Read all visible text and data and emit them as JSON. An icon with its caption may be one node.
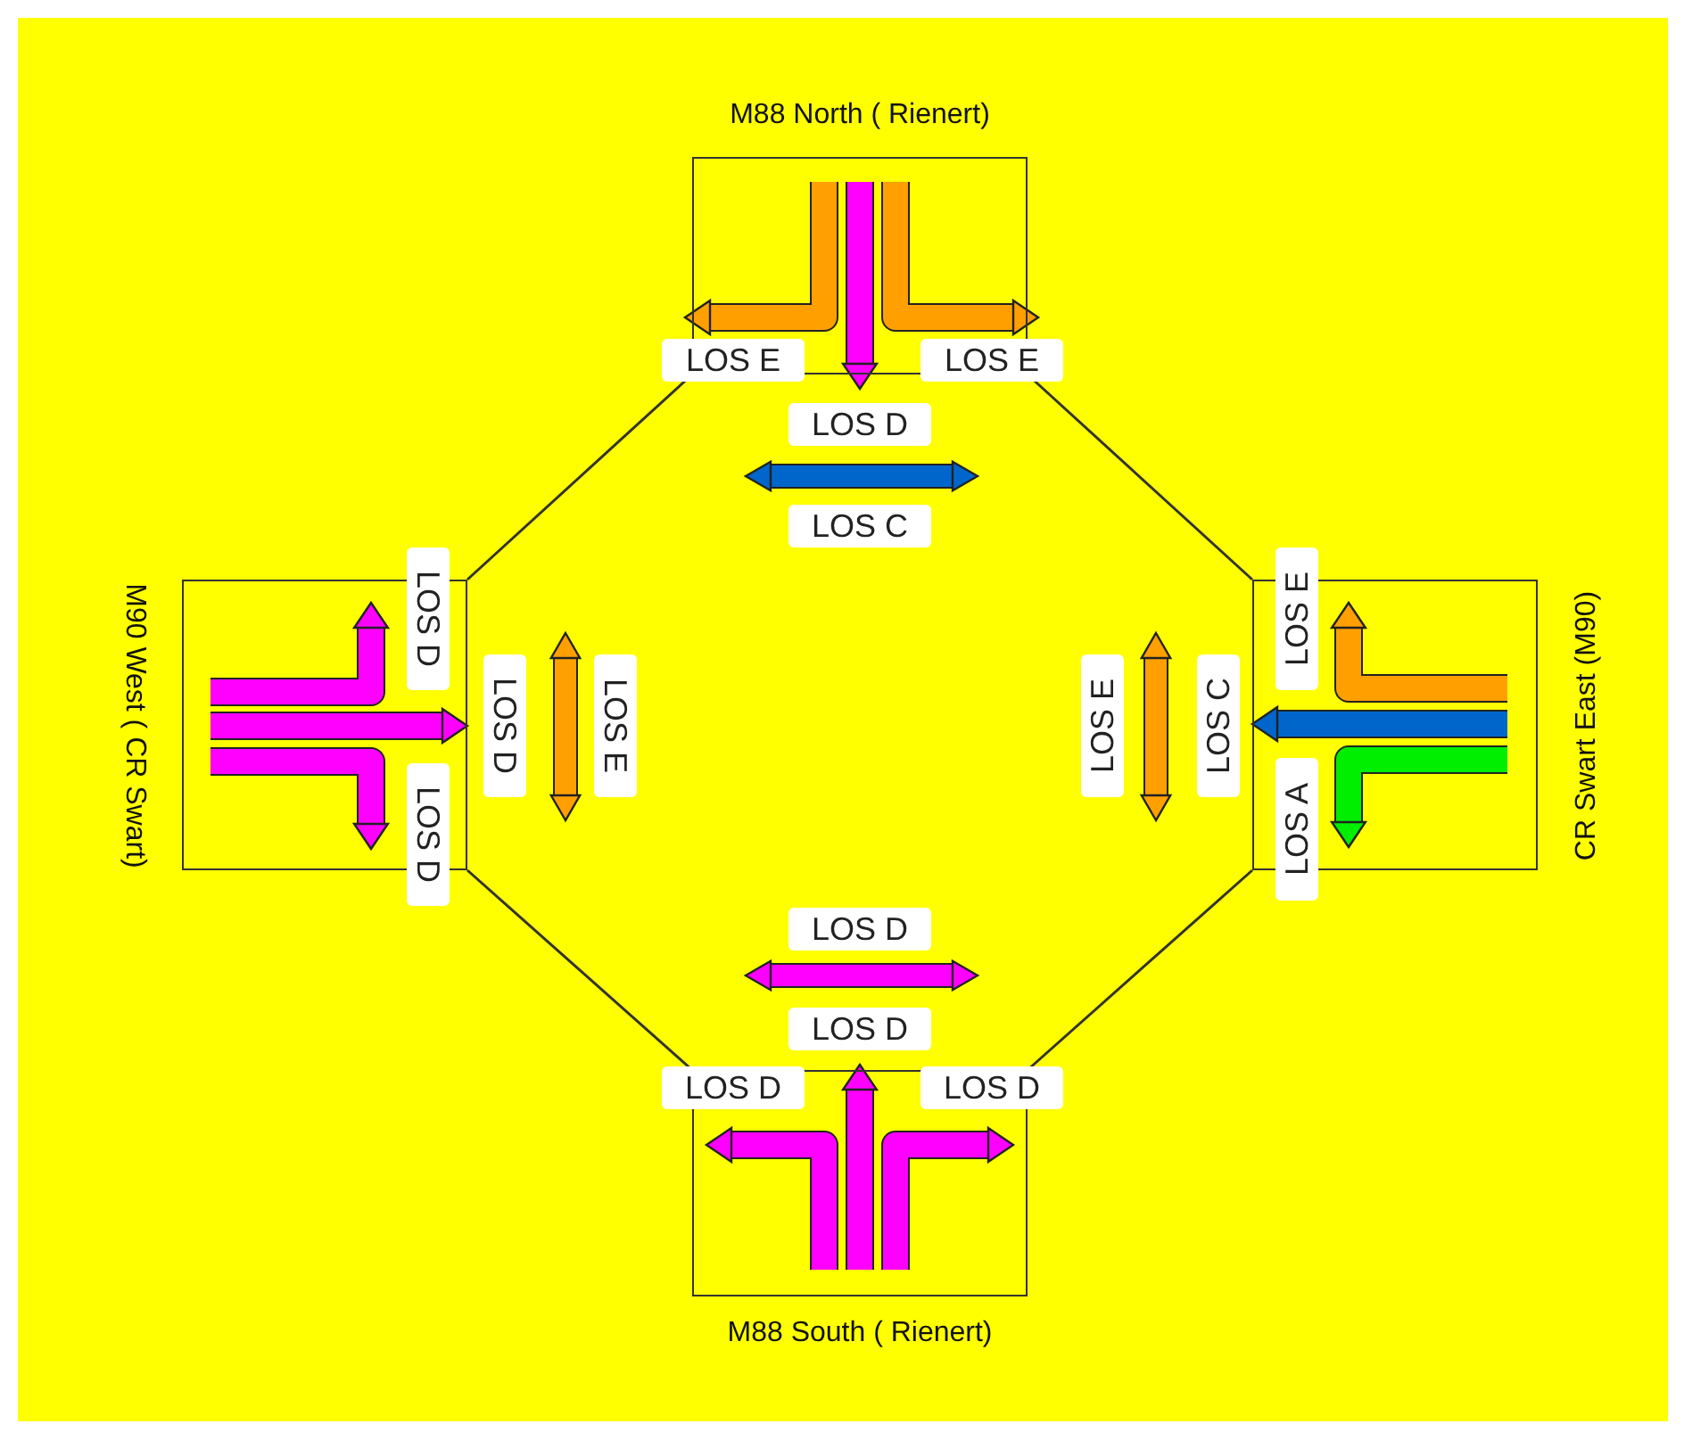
{
  "diagram": {
    "nodes": [
      {
        "text": [
          "M88 North ( Rienert)"
        ]
      },
      {
        "text": [
          "M90 West ( CR Swart)"
        ]
      },
      {
        "text": [
          "CR Swart East (M90)"
        ]
      },
      {
        "text": [
          "M88 South ( Rienert)"
        ]
      }
    ],
    "edges": [
      {
        "from": 0,
        "to": 1,
        "arrow": "none"
      },
      {
        "from": 0,
        "to": 2,
        "arrow": "none"
      },
      {
        "from": 1,
        "to": 3,
        "arrow": "none"
      },
      {
        "from": 2,
        "to": 3,
        "arrow": "none"
      }
    ],
    "labels": [
      "LOS E",
      "LOS E",
      "LOS D",
      "LOS C",
      "LOS D",
      "LOS E",
      "LOS D",
      "LOS E",
      "LOS E",
      "LOS C",
      "LOS D",
      "LOS A",
      "LOS D",
      "LOS D",
      "LOS D",
      "LOS D"
    ]
  }
}
